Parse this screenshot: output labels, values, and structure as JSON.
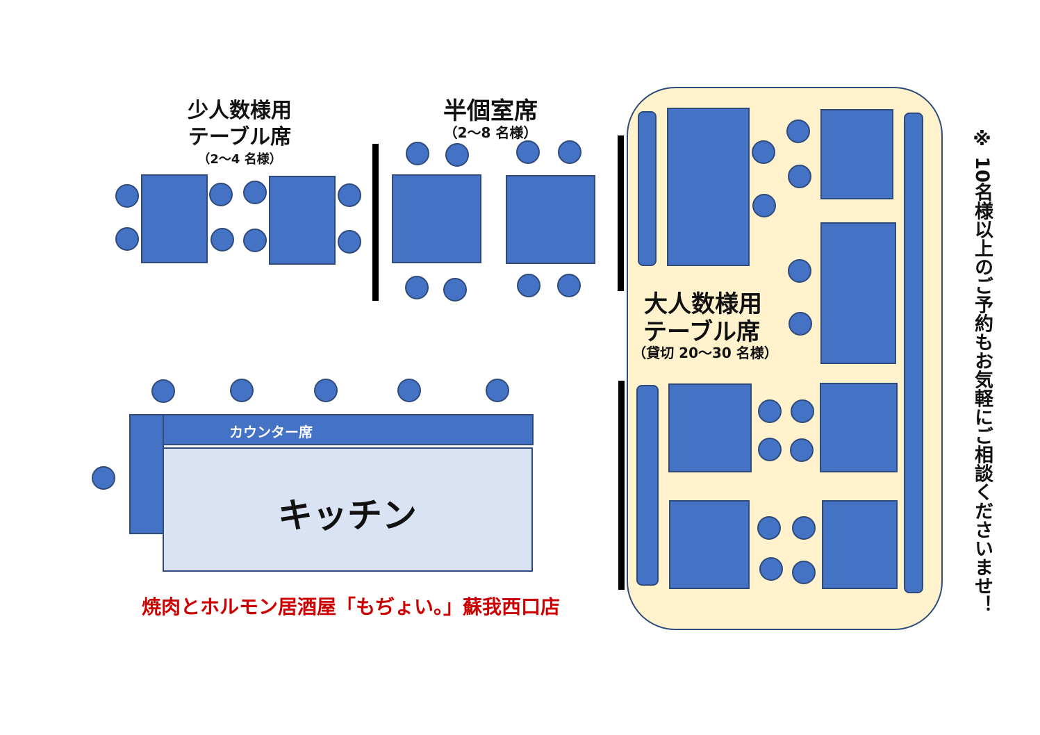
{
  "small_section": {
    "line1": "少人数様用",
    "line2": "テーブル席",
    "capacity": "（2～4 名様）"
  },
  "semi_private": {
    "title": "半個室席",
    "capacity": "（2～8 名様）"
  },
  "large_section": {
    "line1": "大人数様用",
    "line2": "テーブル席",
    "capacity": "（貸切 20～30 名様）"
  },
  "counter": {
    "label": "カウンター席"
  },
  "kitchen": {
    "label": "キッチン"
  },
  "store_name": "焼肉とホルモン居酒屋「もぢょい。」蘇我西口店",
  "note": "※ 10名様以上のご予約もお気軽にご相談くださいませ！",
  "colors": {
    "table": "#4472c4",
    "kitchen": "#dae3f3",
    "large_area": "#fff2cc",
    "store_name": "#cc0000"
  }
}
